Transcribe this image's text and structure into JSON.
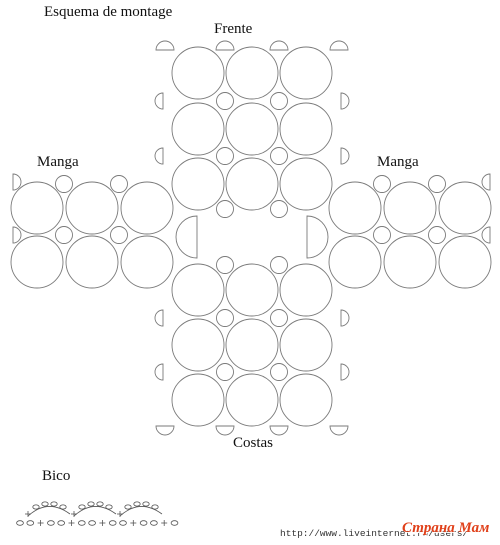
{
  "title": "Esquema de montage",
  "labels": {
    "front": "Frente",
    "sleeve_left": "Manga",
    "sleeve_right": "Manga",
    "back": "Costas",
    "edging": "Bico"
  },
  "watermark": {
    "url": "http://www.liveinternet.ru/users/",
    "logo": "Страна Мам"
  },
  "colors": {
    "stroke": "#7a7a7a",
    "background": "#ffffff",
    "logo": "#e0401a"
  }
}
